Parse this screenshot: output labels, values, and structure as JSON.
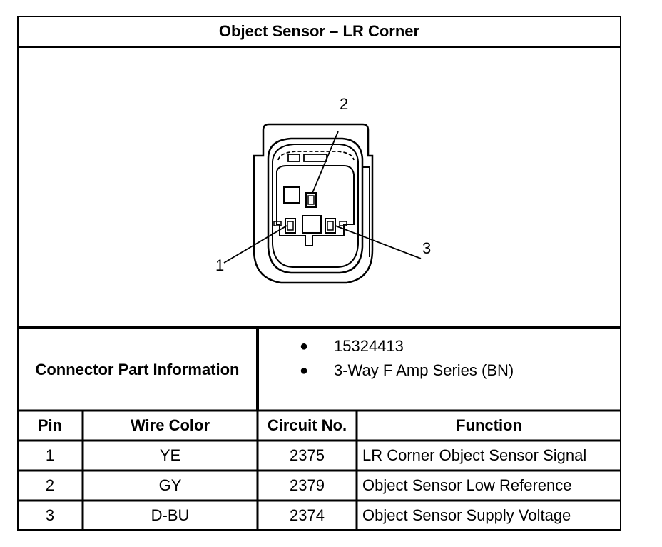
{
  "title": "Object Sensor – LR Corner",
  "connector_diagram": {
    "pin_labels": [
      "1",
      "2",
      "3"
    ]
  },
  "part_info": {
    "label": "Connector Part Information",
    "items": [
      "15324413",
      "3-Way F Amp Series (BN)"
    ]
  },
  "table": {
    "headers": {
      "pin": "Pin",
      "wire_color": "Wire Color",
      "circuit": "Circuit No.",
      "function": "Function"
    },
    "rows": [
      {
        "pin": "1",
        "wire_color": "YE",
        "circuit": "2375",
        "function": "LR Corner Object Sensor Signal"
      },
      {
        "pin": "2",
        "wire_color": "GY",
        "circuit": "2379",
        "function": "Object Sensor Low Reference"
      },
      {
        "pin": "3",
        "wire_color": "D-BU",
        "circuit": "2374",
        "function": "Object Sensor Supply Voltage"
      }
    ]
  }
}
